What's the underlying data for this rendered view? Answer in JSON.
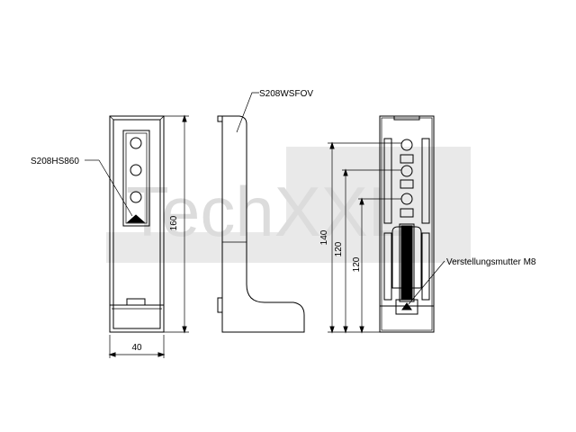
{
  "watermark": {
    "text": "TechXXL"
  },
  "labels": {
    "handle_set": "S208HS860",
    "frame_profile": "S208WSFOV",
    "adjust_nut": "Verstellungsmutter M8"
  },
  "dimensions": {
    "width": "40",
    "height_total": "160",
    "height_140": "140",
    "height_120_a": "120",
    "height_120_b": "120"
  }
}
